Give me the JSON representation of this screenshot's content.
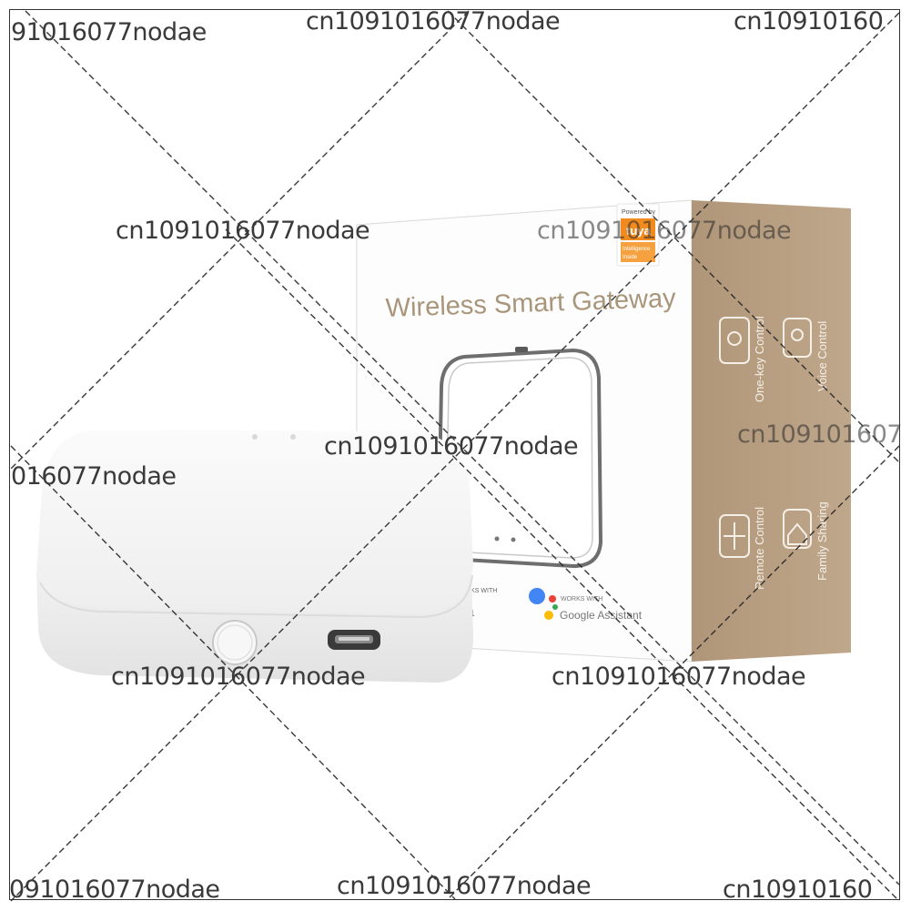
{
  "watermark": {
    "text": "cn1091016077nodae",
    "partial_top_left": "91016077nodae",
    "partial_top_right": "cn10910160",
    "partial_mid_left": "016077nodae",
    "partial_mid_right": "cn109101607",
    "partial_bottom_left": "091016077nodae",
    "partial_bottom_right": "cn10910160"
  },
  "box": {
    "title": "Wireless Smart Gateway",
    "badge_line1": "Powered by",
    "badge_logo": "tuya",
    "badge_line2": "Intelligence",
    "badge_line3": "Inside",
    "works_with_left": "WORKS WITH",
    "alexa_partial": "a",
    "works_with_right": "WORKS WITH",
    "google": "Google Assistant",
    "features": [
      "One-key Control",
      "Voice Control",
      "Remote Control",
      "Family Sharing"
    ]
  },
  "colors": {
    "box_side": "#bba286",
    "title_text": "#a9957a",
    "badge_orange": "#f28b1e",
    "google_blue": "#4285f4",
    "google_red": "#ea4335",
    "google_yellow": "#fbbc05",
    "google_green": "#34a853"
  }
}
